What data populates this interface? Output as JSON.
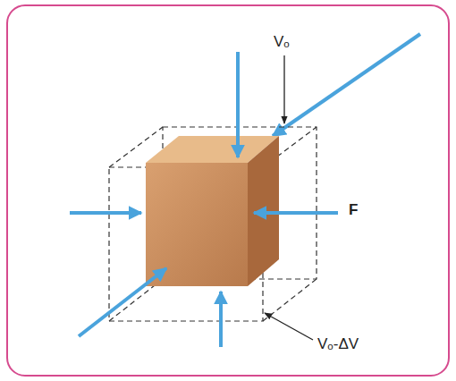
{
  "diagram": {
    "labels": [
      "Vₒ",
      "F",
      "Vₒ-ΔV"
    ]
  }
}
